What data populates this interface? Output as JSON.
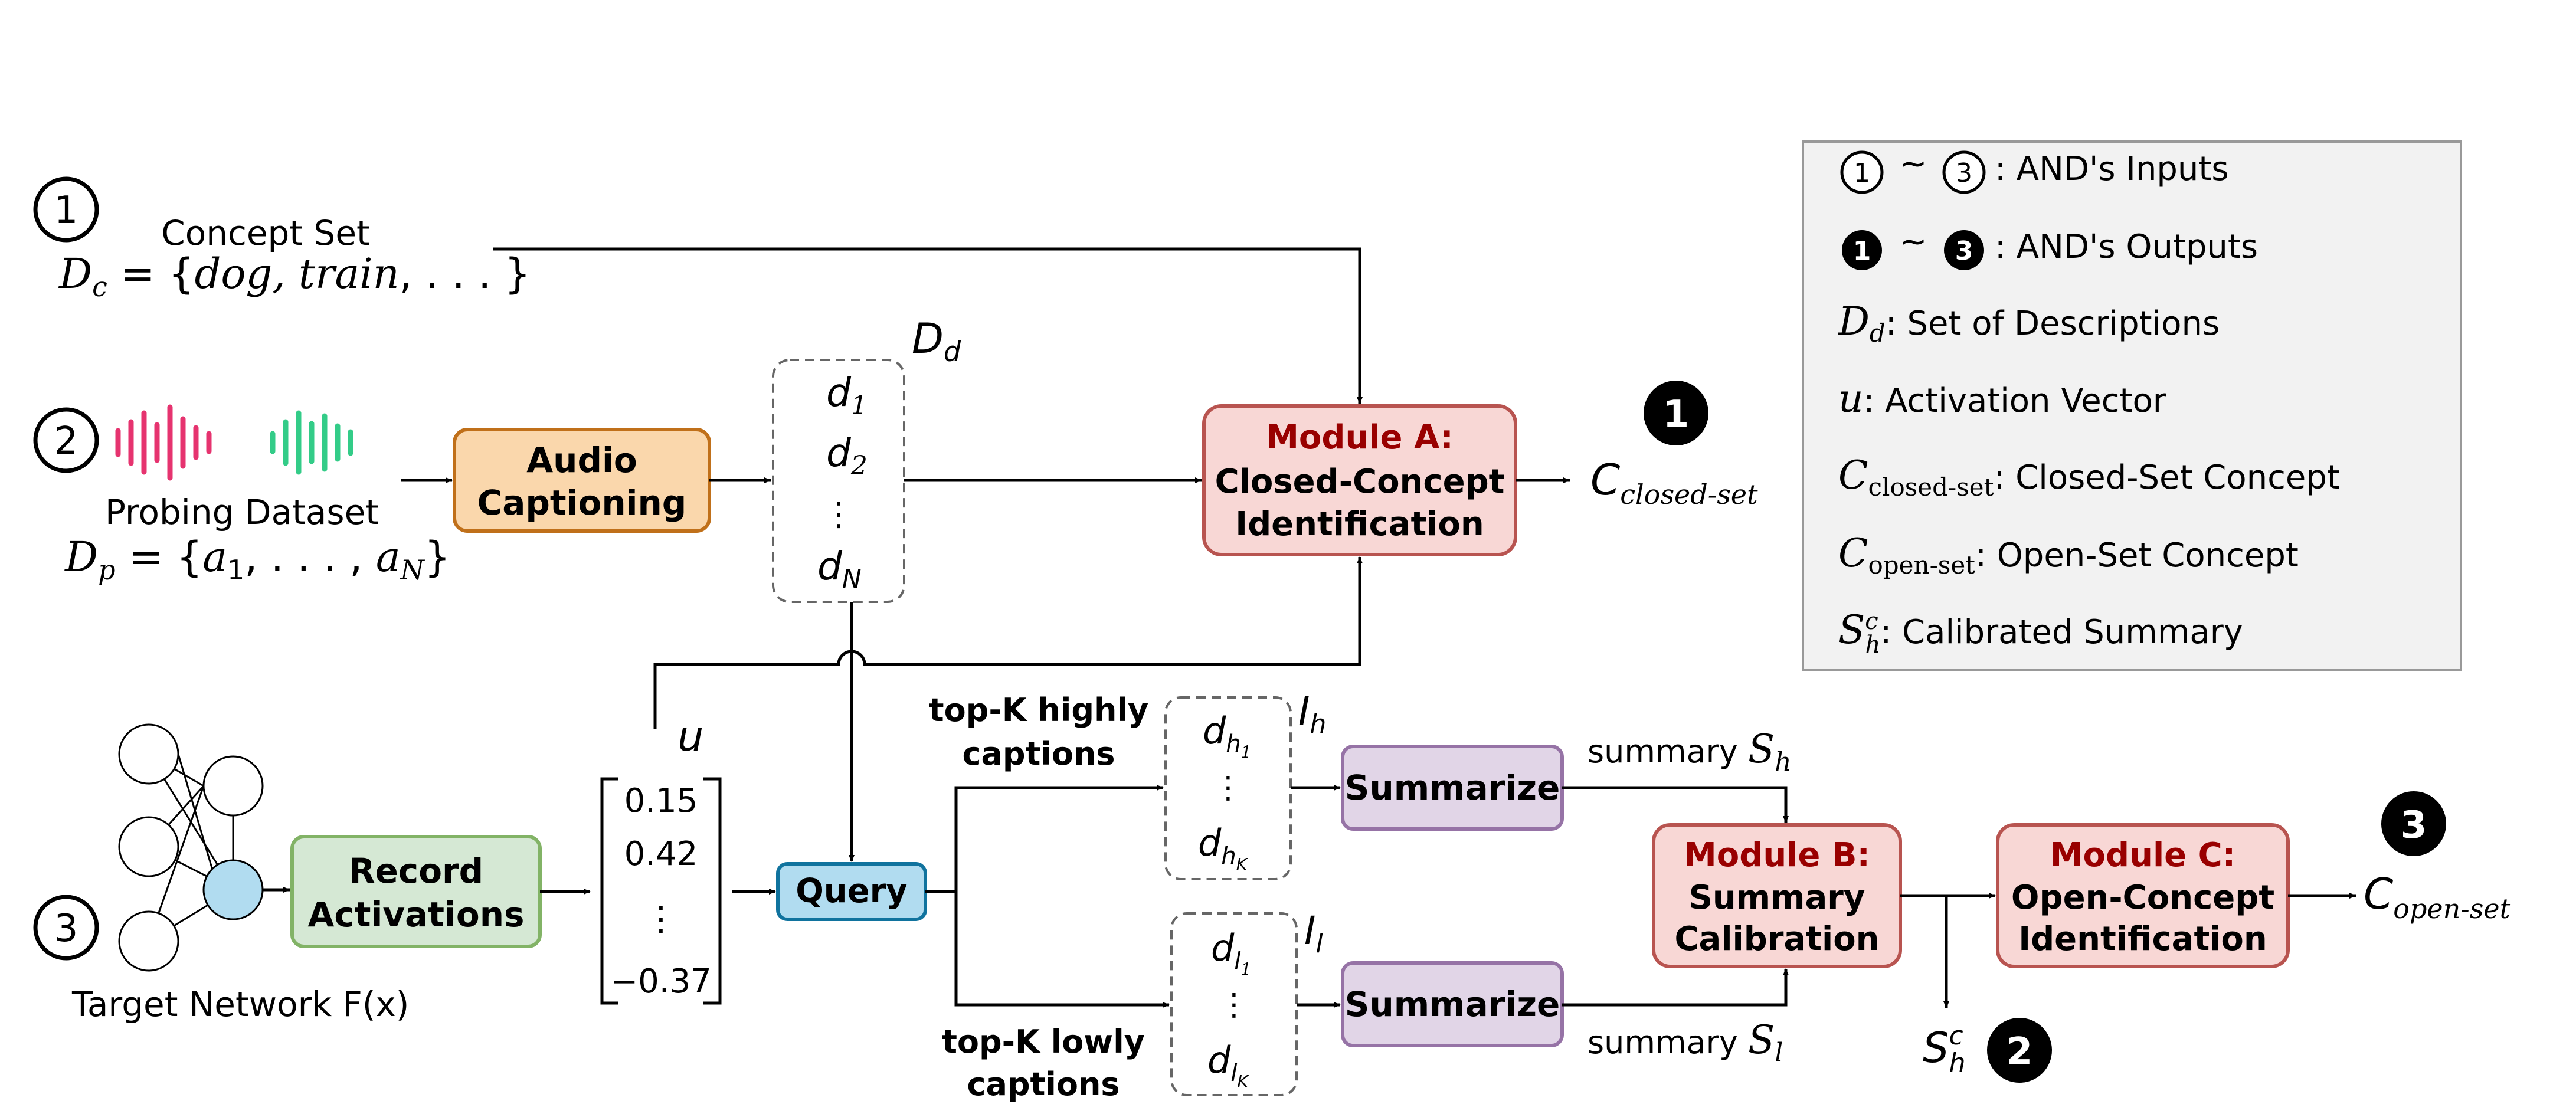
{
  "inputs": {
    "concept_marker": "1",
    "concept_set_label": "Concept Set",
    "concept_set_formula": "D_c = {dog, train, ...}",
    "probing_marker": "2",
    "probing_dataset_label": "Probing Dataset",
    "probing_dataset_formula": "D_p = {a_1, ..., a_N}",
    "network_marker": "3",
    "target_network_label": "Target Network F(x)"
  },
  "boxes": {
    "audio_captioning": [
      "Audio",
      "Captioning"
    ],
    "record_activations": [
      "Record",
      "Activations"
    ],
    "query": "Query",
    "summarize_high": "Summarize",
    "summarize_low": "Summarize",
    "module_a": {
      "title": "Module A:",
      "lines": [
        "Closed-Concept",
        "Identification"
      ]
    },
    "module_b": {
      "title": "Module B:",
      "lines": [
        "Summary",
        "Calibration"
      ]
    },
    "module_c": {
      "title": "Module C:",
      "lines": [
        "Open-Concept",
        "Identification"
      ]
    }
  },
  "descriptions": {
    "set_label": "D_d",
    "items": [
      "d_1",
      "d_2",
      "⋮",
      "d_N"
    ]
  },
  "activation_vector": {
    "label": "u",
    "values": [
      "0.15",
      "0.42",
      "⋮",
      "−0.37"
    ]
  },
  "branches": {
    "high_label": [
      "top-K highly",
      "captions"
    ],
    "low_label": [
      "top-K lowly",
      "captions"
    ],
    "high_set_label": "I_h",
    "low_set_label": "I_l",
    "high_items": [
      "d_{h_1}",
      "⋮",
      "d_{h_K}"
    ],
    "low_items": [
      "d_{l_1}",
      "⋮",
      "d_{l_K}"
    ],
    "summary_high": "summary S_h",
    "summary_low": "summary S_l"
  },
  "outputs": {
    "closed_set_marker": "1",
    "closed_set": "C_closed-set",
    "calibrated_marker": "2",
    "calibrated": "S_h^c",
    "open_set_marker": "3",
    "open_set": "C_open-set"
  },
  "legend": {
    "inputs_text": ": AND's Inputs",
    "outputs_text": ": AND's Outputs",
    "marker_from": "1",
    "marker_to": "3",
    "tilde": "~",
    "rows": [
      {
        "sym": "D",
        "sub": "d",
        "sup": "",
        "text": ": Set of Descriptions"
      },
      {
        "sym": "u",
        "sub": "",
        "sup": "",
        "text": ": Activation Vector"
      },
      {
        "sym": "C",
        "sub": "closed-set",
        "sup": "",
        "text": ": Closed-Set Concept"
      },
      {
        "sym": "C",
        "sub": "open-set",
        "sup": "",
        "text": ": Open-Set Concept"
      },
      {
        "sym": "S",
        "sub": "h",
        "sup": "c",
        "text": ": Calibrated Summary"
      }
    ]
  },
  "colors": {
    "audio_fill": "#fad7ac",
    "audio_stroke": "#c0701a",
    "record_fill": "#d5e8d4",
    "record_stroke": "#82b366",
    "query_fill": "#b1dcf0",
    "query_stroke": "#10739e",
    "summarize_fill": "#e1d5e7",
    "summarize_stroke": "#9673a6",
    "module_fill": "#f8d7d5",
    "module_stroke": "#b85450",
    "module_title": "#990000",
    "legend_fill": "#f2f2f2",
    "legend_stroke": "#999999",
    "wave_pink": "#e6336f",
    "wave_green": "#33cc88",
    "neuron_fill": "#b1dcf0"
  }
}
